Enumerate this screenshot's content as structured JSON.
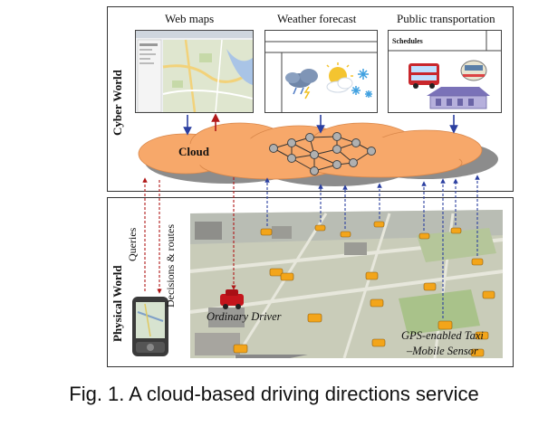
{
  "worlds": {
    "cyber": "Cyber World",
    "physical": "Physical World"
  },
  "panels": {
    "web_maps": "Web maps",
    "weather": "Weather forecast",
    "transport": "Public transportation",
    "schedules": "Schedules"
  },
  "cloud_label": "Cloud",
  "arrows": {
    "queries": "Queries",
    "decisions": "Decisions & routes"
  },
  "labels": {
    "ordinary_driver": "Ordinary Driver",
    "taxi_line1": "GPS-enabled Taxi",
    "taxi_line2": "–Mobile Sensor"
  },
  "caption": "Fig. 1.  A cloud-based driving directions service",
  "colors": {
    "cloud_fill": "#f7a86a",
    "arrow_blue": "#2b3fa0",
    "arrow_red": "#b01818"
  }
}
